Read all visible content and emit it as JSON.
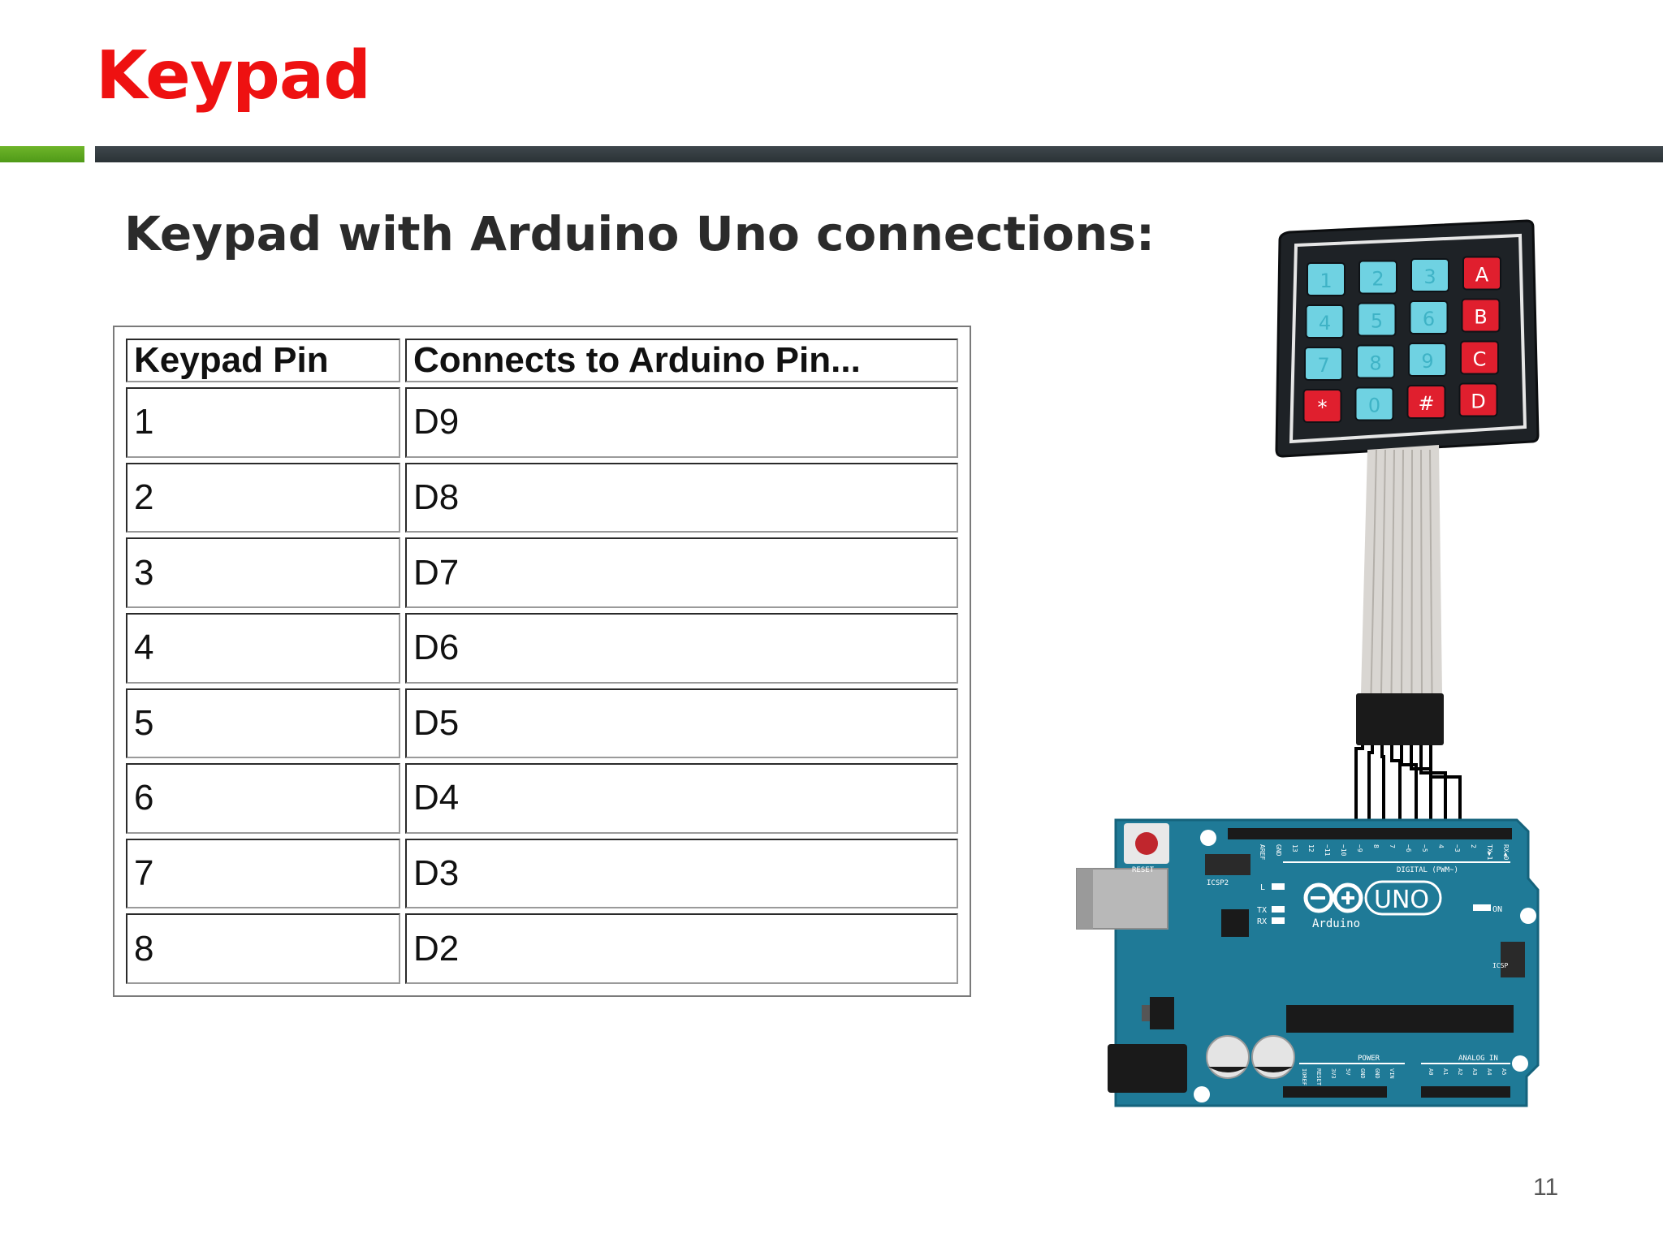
{
  "slide": {
    "title": "Keypad",
    "subtitle": "Keypad with Arduino Uno connections:",
    "page_number": "11"
  },
  "table": {
    "headers": [
      "Keypad Pin",
      "Connects to Arduino Pin..."
    ],
    "rows": [
      [
        "1",
        "D9"
      ],
      [
        "2",
        "D8"
      ],
      [
        "3",
        "D7"
      ],
      [
        "4",
        "D6"
      ],
      [
        "5",
        "D5"
      ],
      [
        "6",
        "D4"
      ],
      [
        "7",
        "D3"
      ],
      [
        "8",
        "D2"
      ]
    ]
  },
  "keypad": {
    "keys": [
      "1",
      "2",
      "3",
      "A",
      "4",
      "5",
      "6",
      "B",
      "7",
      "8",
      "9",
      "C",
      "*",
      "0",
      "#",
      "D"
    ]
  },
  "board": {
    "logo_text": "UNO",
    "brand_text": "Arduino",
    "reset_label": "RESET",
    "icsp_label": "ICSP2",
    "icsp1_label": "ICSP",
    "l_label": "L",
    "tx_label": "TX",
    "rx_label": "RX",
    "on_label": "ON",
    "digital_label": "DIGITAL (PWM~)",
    "power_label": "POWER",
    "analog_label": "ANALOG IN",
    "top_pin_labels": [
      "AREF",
      "GND",
      "13",
      "12",
      "~11",
      "~10",
      "~9",
      "8",
      "7",
      "~6",
      "~5",
      "4",
      "~3",
      "2",
      "TX▶1",
      "RX◀0"
    ],
    "power_pin_labels": [
      "IOREF",
      "RESET",
      "3V3",
      "5V",
      "GND",
      "GND",
      "VIN"
    ],
    "analog_pin_labels": [
      "A0",
      "A1",
      "A2",
      "A3",
      "A4",
      "A5"
    ]
  },
  "colors": {
    "title": "#ee1111",
    "accent_green": "#5ca620",
    "bar_dark": "#343b40",
    "board_blue": "#1f7a97",
    "key_cyan": "#6fd2e2",
    "key_red": "#e01f2e"
  }
}
